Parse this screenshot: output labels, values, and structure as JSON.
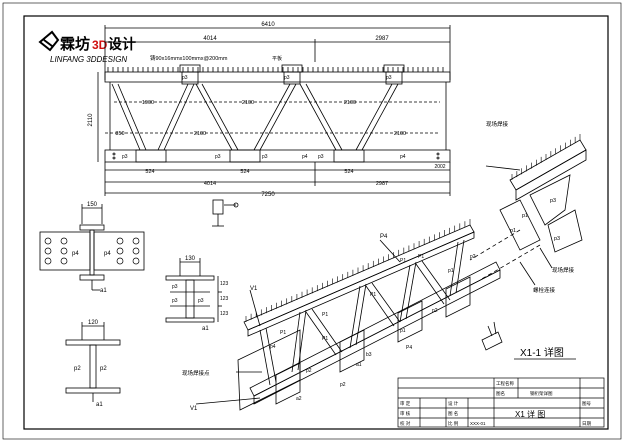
{
  "logo": {
    "cn_name": "霖坊",
    "accent": "3D",
    "cn_suffix": "设计",
    "en_name": "LINFANG 3DDESIGN",
    "accent_color": "#d01010"
  },
  "elevation": {
    "dim_top_total": "6410",
    "dim_top_left": "4014",
    "dim_top_right": "2987",
    "note": "铸90x16mmx100mmx@200mm",
    "note_suffix": "平板",
    "height": "2110",
    "web_upper": [
      "1900",
      "2100",
      "2100"
    ],
    "web_lower_left": "850",
    "web_lower": [
      "2100",
      "2100"
    ],
    "bottom_segments": [
      "524",
      "524",
      "524"
    ],
    "dim_bottom_left": "4014",
    "dim_bottom_right": "2987",
    "dim_bottom_total": "7250",
    "end_dim": "2002",
    "plate_labels": [
      "p3",
      "p3",
      "p3",
      "p3",
      "p3",
      "p4",
      "p3",
      "p4",
      "p3"
    ]
  },
  "section_a": {
    "dim_top": "150",
    "plates": [
      "p4",
      "p4"
    ],
    "label_bottom": "a1"
  },
  "section_b": {
    "dim_top": "130",
    "dims_right": [
      "123",
      "123",
      "123"
    ],
    "plates": [
      "p3",
      "p3",
      "p3"
    ],
    "label_bottom": "a1"
  },
  "section_c": {
    "dim_top": "120",
    "plates": [
      "p2",
      "p2"
    ],
    "label_bottom": "a1"
  },
  "exploded": {
    "callout_top": "现场焊接",
    "callout_right": "现场焊接",
    "callout_mid": "螺栓连接",
    "labels": [
      "p3",
      "p1",
      "p1",
      "p3"
    ]
  },
  "isometric": {
    "labels": [
      "V1",
      "P4",
      "P1",
      "P1",
      "p2",
      "p1",
      "P1",
      "P1",
      "p2",
      "P4",
      "p1",
      "b3",
      "p2",
      "P1",
      "P1",
      "p4",
      "a1",
      "a2",
      "p2",
      "V1"
    ],
    "callout": "现场焊接点",
    "title": "X1-1 详图"
  },
  "title_block": {
    "rows": [
      [
        "",
        "",
        "工程名称",
        ""
      ],
      [
        "",
        "",
        "图名",
        "钢桁架详图"
      ],
      [
        "审 定",
        "",
        "设 计",
        "图号"
      ],
      [
        "审 核",
        "",
        "图 名",
        ""
      ],
      [
        "校 对",
        "",
        "比 例",
        "日期"
      ]
    ],
    "drawing_title": "X1 详 图",
    "sheet_no": "XXX-01"
  }
}
